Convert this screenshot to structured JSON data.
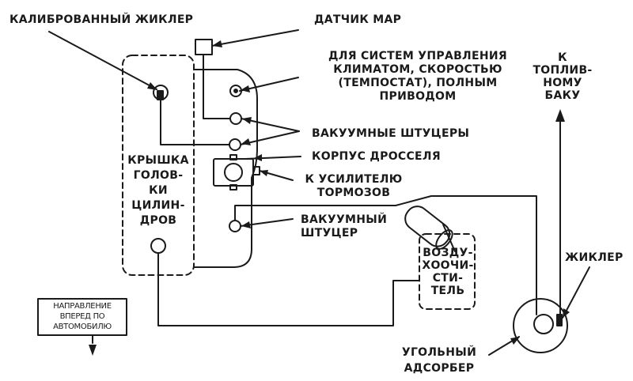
{
  "labels": {
    "calibrated_jet": "КАЛИБРОВАННЫЙ ЖИКЛЕР",
    "map_sensor": "ДАТЧИК МАР",
    "systems": "ДЛЯ СИСТЕМ УПРАВЛЕНИЯ\nКЛИМАТОМ, СКОРОСТЬЮ\n(ТЕМПОСТАТ), ПОЛНЫМ\nПРИВОДОМ",
    "to_fuel_tank": "К\nТОПЛИВ-\nНОМУ\nБАКУ",
    "vacuum_fittings": "ВАКУУМНЫЕ ШТУЦЕРЫ",
    "throttle_body": "КОРПУС ДРОССЕЛЯ",
    "brake_booster": "К УСИЛИТЕЛЮ\nТОРМОЗОВ",
    "cylinder_head_cover": "КРЫШКА\nГОЛОВ-\nКИ\nЦИЛИН-\nДРОВ",
    "vacuum_fitting": "ВАКУУМНЫЙ\nШТУЦЕР",
    "air_cleaner": "ВОЗДУ-\nХООЧИ-\nСТИ-\nТЕЛЬ",
    "jet": "ЖИКЛЕР",
    "charcoal_canister": "УГОЛЬНЫЙ\nАДСОРБЕР",
    "direction": "НАПРАВЛЕНИЕ\nВПЕРЕД ПО\nАВТОМОБИЛЮ"
  },
  "colors": {
    "ink": "#1a1a1a",
    "background": "#ffffff"
  }
}
